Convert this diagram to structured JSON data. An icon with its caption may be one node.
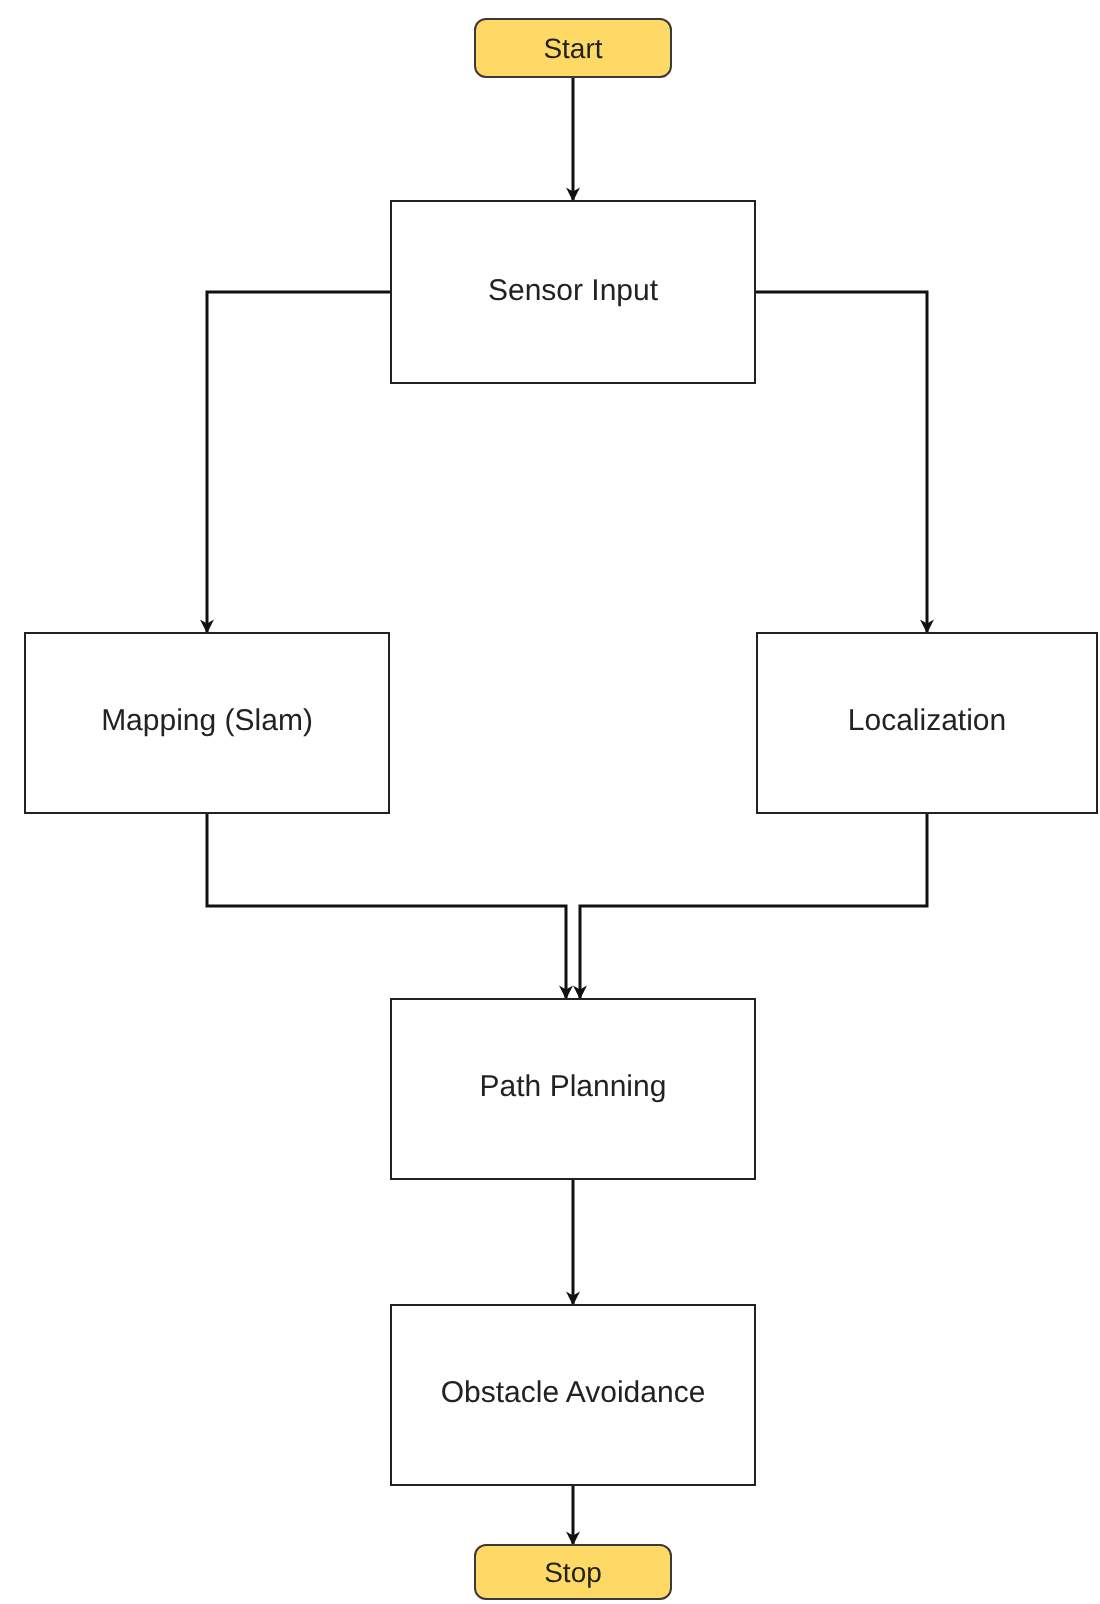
{
  "diagram": {
    "nodes": [
      {
        "text": [
          "Start"
        ]
      },
      {
        "text": [
          "Sensor Input"
        ]
      },
      {
        "text": [
          "Mapping (Slam)"
        ]
      },
      {
        "text": [
          "Localization"
        ]
      },
      {
        "text": [
          "Path Planning"
        ]
      },
      {
        "text": [
          "Obstacle Avoidance"
        ]
      },
      {
        "text": [
          "Stop"
        ]
      }
    ],
    "edges": [
      {
        "from": 0,
        "to": 1,
        "arrow": "to"
      },
      {
        "from": 1,
        "to": 2,
        "arrow": "to"
      },
      {
        "from": 1,
        "to": 3,
        "arrow": "to"
      },
      {
        "from": 2,
        "to": 4,
        "arrow": "to"
      },
      {
        "from": 3,
        "to": 4,
        "arrow": "to"
      },
      {
        "from": 4,
        "to": 5,
        "arrow": "to"
      },
      {
        "from": 5,
        "to": 6,
        "arrow": "to"
      }
    ]
  }
}
